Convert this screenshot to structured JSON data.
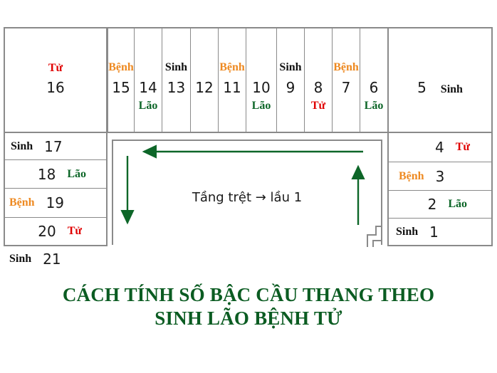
{
  "diagram": {
    "title_line1": "CÁCH TÍNH SỐ BẬC CẦU THANG THEO",
    "title_line2": "SINH LÃO BỆNH TỬ",
    "room_label": "Tầng trệt → lầu 1",
    "colors": {
      "sinh": "#111111",
      "lao": "#0d6628",
      "benh": "#ee8a22",
      "tu": "#e00000",
      "wall": "#8a8a8a",
      "arrow": "#0d6628",
      "title": "#0b5c22"
    },
    "cycle_labels": {
      "sinh": "Sinh",
      "lao": "Lão",
      "benh": "Bệnh",
      "tu": "Tử"
    },
    "top_steps": [
      {
        "number": "15",
        "tag": "Bệnh",
        "tag_class": "c-benh",
        "position": "above"
      },
      {
        "number": "14",
        "tag": "Lão",
        "tag_class": "c-lao",
        "position": "below"
      },
      {
        "number": "13",
        "tag": "Sinh",
        "tag_class": "c-sinh",
        "position": "above"
      },
      {
        "number": "12",
        "tag": "",
        "tag_class": "",
        "position": "none"
      },
      {
        "number": "11",
        "tag": "Bệnh",
        "tag_class": "c-benh",
        "position": "above"
      },
      {
        "number": "10",
        "tag": "Lão",
        "tag_class": "c-lao",
        "position": "below"
      },
      {
        "number": "9",
        "tag": "Sinh",
        "tag_class": "c-sinh",
        "position": "above"
      },
      {
        "number": "8",
        "tag": "Tử",
        "tag_class": "c-tu",
        "position": "below"
      },
      {
        "number": "7",
        "tag": "Bệnh",
        "tag_class": "c-benh",
        "position": "above"
      },
      {
        "number": "6",
        "tag": "Lão",
        "tag_class": "c-lao",
        "position": "below"
      }
    ],
    "top_left_cell": {
      "number": "16",
      "tag": "Tử",
      "tag_class": "c-tu"
    },
    "top_right_cell": {
      "number": "5",
      "tag": "Sinh",
      "tag_class": "c-sinh"
    },
    "left_steps": [
      {
        "number": "17",
        "tag": "Sinh",
        "tag_class": "c-sinh",
        "tag_side": "left"
      },
      {
        "number": "18",
        "tag": "Lão",
        "tag_class": "c-lao",
        "tag_side": "right"
      },
      {
        "number": "19",
        "tag": "Bệnh",
        "tag_class": "c-benh",
        "tag_side": "left"
      },
      {
        "number": "20",
        "tag": "Tử",
        "tag_class": "c-tu",
        "tag_side": "right"
      },
      {
        "number": "21",
        "tag": "Sinh",
        "tag_class": "c-sinh",
        "tag_side": "left"
      }
    ],
    "right_steps": [
      {
        "number": "4",
        "tag": "Tử",
        "tag_class": "c-tu",
        "tag_side": "right"
      },
      {
        "number": "3",
        "tag": "Bệnh",
        "tag_class": "c-benh",
        "tag_side": "left"
      },
      {
        "number": "2",
        "tag": "Lão",
        "tag_class": "c-lao",
        "tag_side": "right"
      },
      {
        "number": "1",
        "tag": "Sinh",
        "tag_class": "c-sinh",
        "tag_side": "left"
      }
    ],
    "arrows": [
      {
        "name": "arrow-top-left-direction",
        "direction": "left"
      },
      {
        "name": "arrow-left-down-direction",
        "direction": "down"
      },
      {
        "name": "arrow-right-up-direction",
        "direction": "up"
      }
    ]
  }
}
